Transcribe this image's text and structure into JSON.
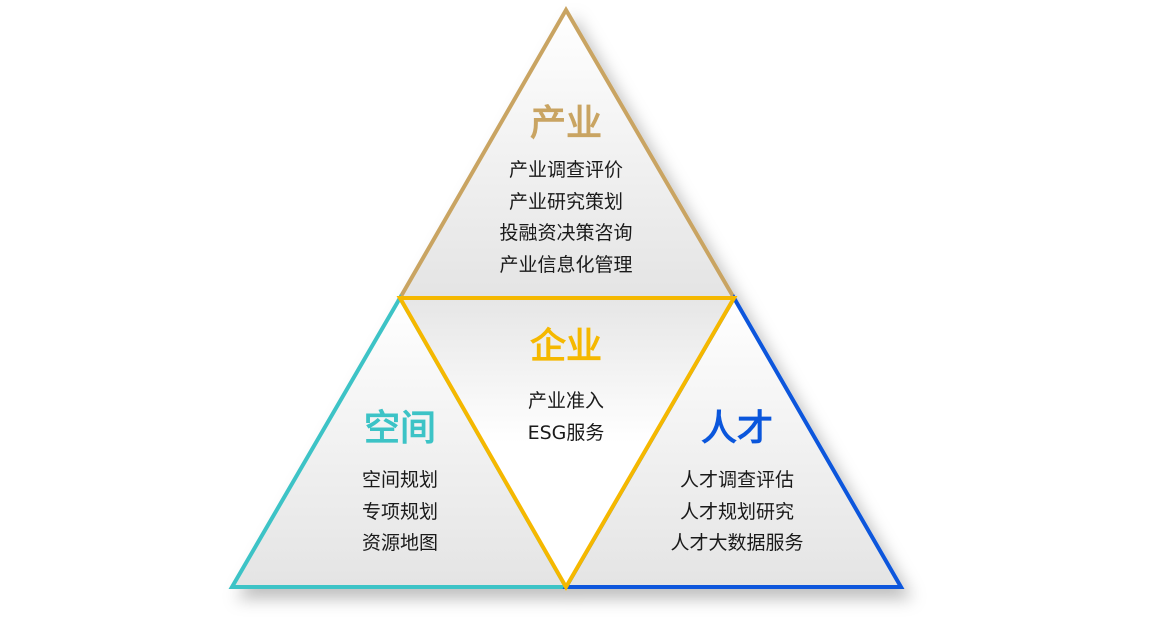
{
  "colors": {
    "industry": "#c9a462",
    "enterprise": "#f5b800",
    "space": "#3cc3c6",
    "talent": "#0a56dc"
  },
  "sections": {
    "industry": {
      "title": "产业",
      "items": [
        "产业调查评价",
        "产业研究策划",
        "投融资决策咨询",
        "产业信息化管理"
      ]
    },
    "enterprise": {
      "title": "企业",
      "items": [
        "产业准入",
        "ESG服务"
      ]
    },
    "space": {
      "title": "空间",
      "items": [
        "空间规划",
        "专项规划",
        "资源地图"
      ]
    },
    "talent": {
      "title": "人才",
      "items": [
        "人才调查评估",
        "人才规划研究",
        "人才大数据服务"
      ]
    }
  }
}
